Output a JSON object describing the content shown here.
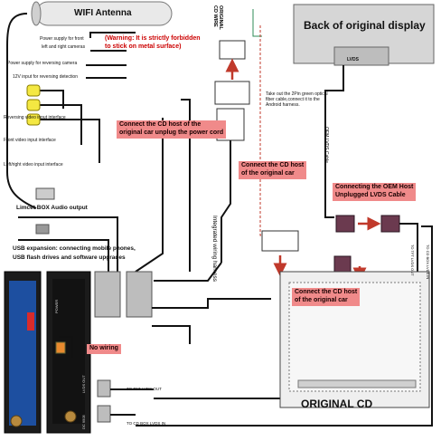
{
  "wifi": {
    "label": "WIFI Antenna"
  },
  "display": {
    "title": "Back of original display",
    "lvds": "LVDS"
  },
  "left_labels": {
    "power_front": "Power supply for front",
    "power_front_2": "left and right cameras",
    "power_reverse": "Power supply for reversing camera",
    "input_12v": "12V input for reversing detection",
    "rev_video": "Reversing video input interface",
    "front_video": "Front video input interface",
    "lr_video": "Left/right video input interface",
    "audio": "Limcet BOX Audio output",
    "usb": "USB expansion: connecting mobile phones,",
    "usb_2": "USB flash drives and software upgrades"
  },
  "notes": {
    "warning": "(Warning: It is strictly forbidden\nto stick on metal surface)",
    "cd_unplug": "Connect the CD host of the\noriginal car unplug the power cord",
    "cd_host_1": "Connect the CD host\nof the original car",
    "oem_lvds": "Connecting the OEM Host\nUnplugged LVDS Cable",
    "cd_host_2": "Connect the CD host\nof the original car",
    "no_wiring": "No wiring"
  },
  "fiber_note": "Take out the 2Pin green optical\nfiber cable,connect it to the\nAndroid harness.",
  "vertical_labels": {
    "original_cd_wire": "ORIGINAL\nCD WIRE",
    "integrated_harness": "Integrated wiring harness",
    "oem_lvds_cable": "OEM LVDS Cable",
    "to_tft_lvds_out": "TO TFT LVDS OUT",
    "to_cd_box_lvds_in": "TO CD BOX LVDS IN"
  },
  "bottom_labels": {
    "to_tft": "TO TFT LVDS OUT",
    "to_cd_box": "TO CD BOX LVDS IN"
  },
  "box_labels": {
    "power": "POWER",
    "lvds": "LVDS OUT",
    "dc": "DC 9505"
  },
  "cd_unit": {
    "label": "ORIGINAL CD"
  },
  "colors": {
    "note_bg": "#f08a8a",
    "wire": "#111111",
    "arrow": "#c0392b",
    "box_frame": "#1b1b1b",
    "box_inner": "#1d4fa0",
    "rca": "#f4e842"
  }
}
